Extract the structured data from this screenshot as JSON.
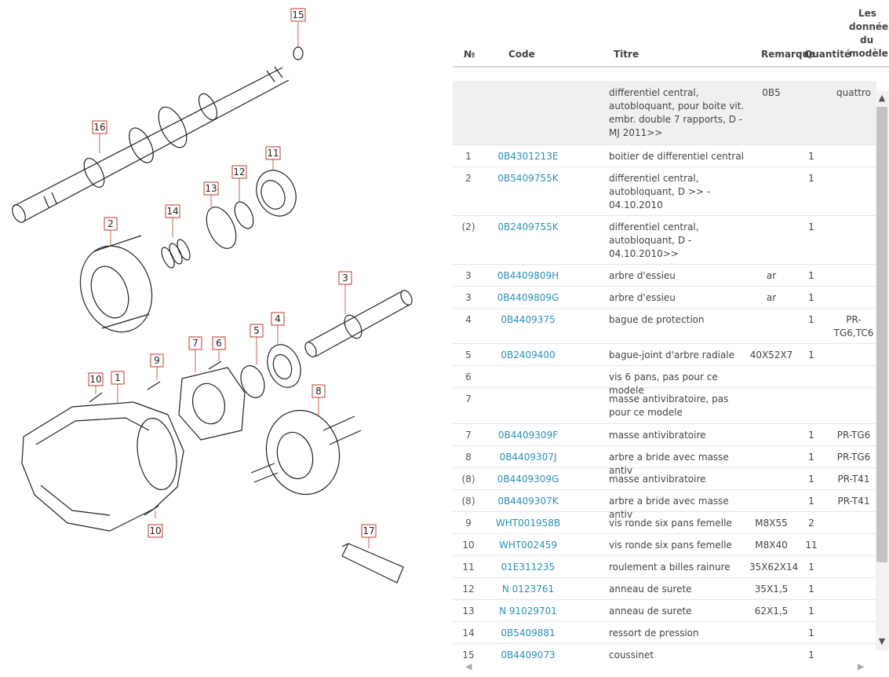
{
  "diagram": {
    "callouts": [
      "15",
      "16",
      "11",
      "12",
      "13",
      "2",
      "14",
      "3",
      "4",
      "5",
      "6",
      "7",
      "9",
      "10",
      "1",
      "8",
      "10",
      "17"
    ]
  },
  "table": {
    "headers": {
      "no": "№",
      "code": "Code",
      "title": "Titre",
      "remark": "Remarque",
      "qty": "Quantité",
      "model_line1": "Les",
      "model_line2": "données",
      "model_line3": "du",
      "model_line4": "modèle"
    },
    "rows": [
      {
        "no": "",
        "code": "",
        "title": "differentiel central, autobloquant, pour boite vit. embr. double 7 rapports, D - MJ 2011>>",
        "remark": "0B5",
        "qty": "",
        "model": "quattro"
      },
      {
        "no": "1",
        "code": "0B4301213E",
        "title": "boitier de differentiel central",
        "remark": "",
        "qty": "1",
        "model": ""
      },
      {
        "no": "2",
        "code": "0B5409755K",
        "title": "differentiel central, autobloquant, D >> - 04.10.2010",
        "remark": "",
        "qty": "1",
        "model": ""
      },
      {
        "no": "(2)",
        "code": "0B2409755K",
        "title": "differentiel central, autobloquant, D - 04.10.2010>>",
        "remark": "",
        "qty": "1",
        "model": ""
      },
      {
        "no": "3",
        "code": "0B4409809H",
        "title": "arbre d'essieu",
        "remark": "ar",
        "qty": "1",
        "model": ""
      },
      {
        "no": "3",
        "code": "0B4409809G",
        "title": "arbre d'essieu",
        "remark": "ar",
        "qty": "1",
        "model": ""
      },
      {
        "no": "4",
        "code": "0B4409375",
        "title": "bague de protection",
        "remark": "",
        "qty": "1",
        "model": "PR-TG6,TC6"
      },
      {
        "no": "5",
        "code": "0B2409400",
        "title": "bague-joint d'arbre radiale",
        "remark": "40X52X7",
        "qty": "1",
        "model": ""
      },
      {
        "no": "6",
        "code": "",
        "title": "vis 6 pans, pas pour ce modele",
        "remark": "",
        "qty": "",
        "model": ""
      },
      {
        "no": "7",
        "code": "",
        "title": "masse antivibratoire, pas pour ce modele",
        "remark": "",
        "qty": "",
        "model": ""
      },
      {
        "no": "7",
        "code": "0B4409309F",
        "title": "masse antivibratoire",
        "remark": "",
        "qty": "1",
        "model": "PR-TG6"
      },
      {
        "no": "8",
        "code": "0B4409307J",
        "title": "arbre a bride avec masse antiv",
        "remark": "",
        "qty": "1",
        "model": "PR-TG6"
      },
      {
        "no": "(8)",
        "code": "0B4409309G",
        "title": "masse antivibratoire",
        "remark": "",
        "qty": "1",
        "model": "PR-T41"
      },
      {
        "no": "(8)",
        "code": "0B4409307K",
        "title": "arbre a bride avec masse antiv",
        "remark": "",
        "qty": "1",
        "model": "PR-T41"
      },
      {
        "no": "9",
        "code": "WHT001958B",
        "title": "vis ronde six pans femelle",
        "remark": "M8X55",
        "qty": "2",
        "model": ""
      },
      {
        "no": "10",
        "code": "WHT002459",
        "title": "vis ronde six pans femelle",
        "remark": "M8X40",
        "qty": "11",
        "model": ""
      },
      {
        "no": "11",
        "code": "01E311235",
        "title": "roulement a billes rainure",
        "remark": "35X62X14",
        "qty": "1",
        "model": ""
      },
      {
        "no": "12",
        "code": "N 0123761",
        "title": "anneau de surete",
        "remark": "35X1,5",
        "qty": "1",
        "model": ""
      },
      {
        "no": "13",
        "code": "N 91029701",
        "title": "anneau de surete",
        "remark": "62X1,5",
        "qty": "1",
        "model": ""
      },
      {
        "no": "14",
        "code": "0B5409881",
        "title": "ressort de pression",
        "remark": "",
        "qty": "1",
        "model": ""
      },
      {
        "no": "15",
        "code": "0B4409073",
        "title": "coussinet",
        "remark": "",
        "qty": "1",
        "model": ""
      }
    ]
  }
}
